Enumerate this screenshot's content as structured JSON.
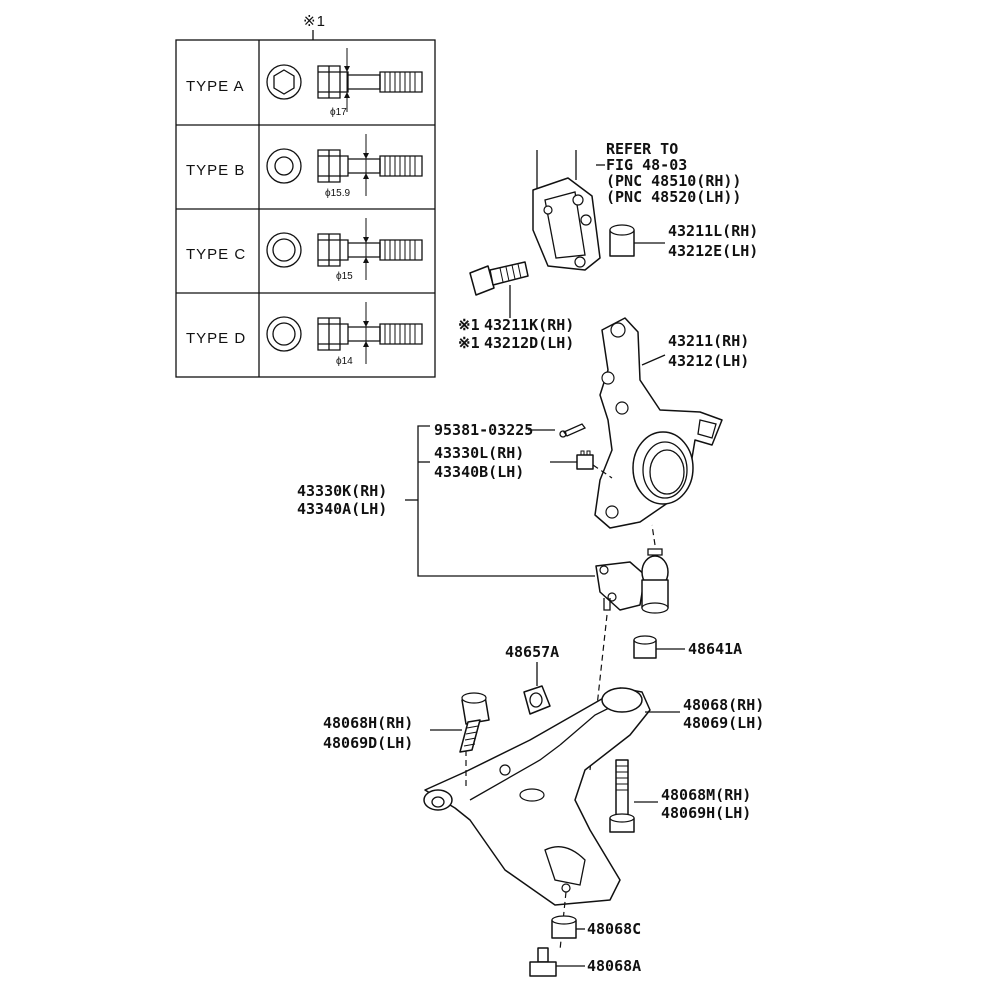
{
  "table": {
    "note_mark": "※1",
    "types": [
      {
        "label": "TYPE A",
        "dim": "ϕ17"
      },
      {
        "label": "TYPE B",
        "dim": "ϕ15.9"
      },
      {
        "label": "TYPE C",
        "dim": "ϕ15"
      },
      {
        "label": "TYPE D",
        "dim": "ϕ14"
      }
    ]
  },
  "refer": {
    "line1": "REFER TO",
    "line2": "FIG 48-03",
    "line3": "(PNC 48510(RH))",
    "line4": "(PNC 48520(LH))"
  },
  "labels": {
    "p43211L": "43211L(RH)",
    "p43212E": "43212E(LH)",
    "mark1": "※1",
    "mark2": "※1",
    "p43211K": "43211K(RH)",
    "p43212D": "43212D(LH)",
    "p43211": "43211(RH)",
    "p43212": "43212(LH)",
    "p95381": "95381-03225",
    "p43330L": "43330L(RH)",
    "p43340B": "43340B(LH)",
    "p43330K": "43330K(RH)",
    "p43340A": "43340A(LH)",
    "p48657A": "48657A",
    "p48641A": "48641A",
    "p48068": "48068(RH)",
    "p48069": "48069(LH)",
    "p48068H": "48068H(RH)",
    "p48069D": "48069D(LH)",
    "p48068M": "48068M(RH)",
    "p48069H": "48069H(LH)",
    "p48068C": "48068C",
    "p48068A": "48068A"
  }
}
